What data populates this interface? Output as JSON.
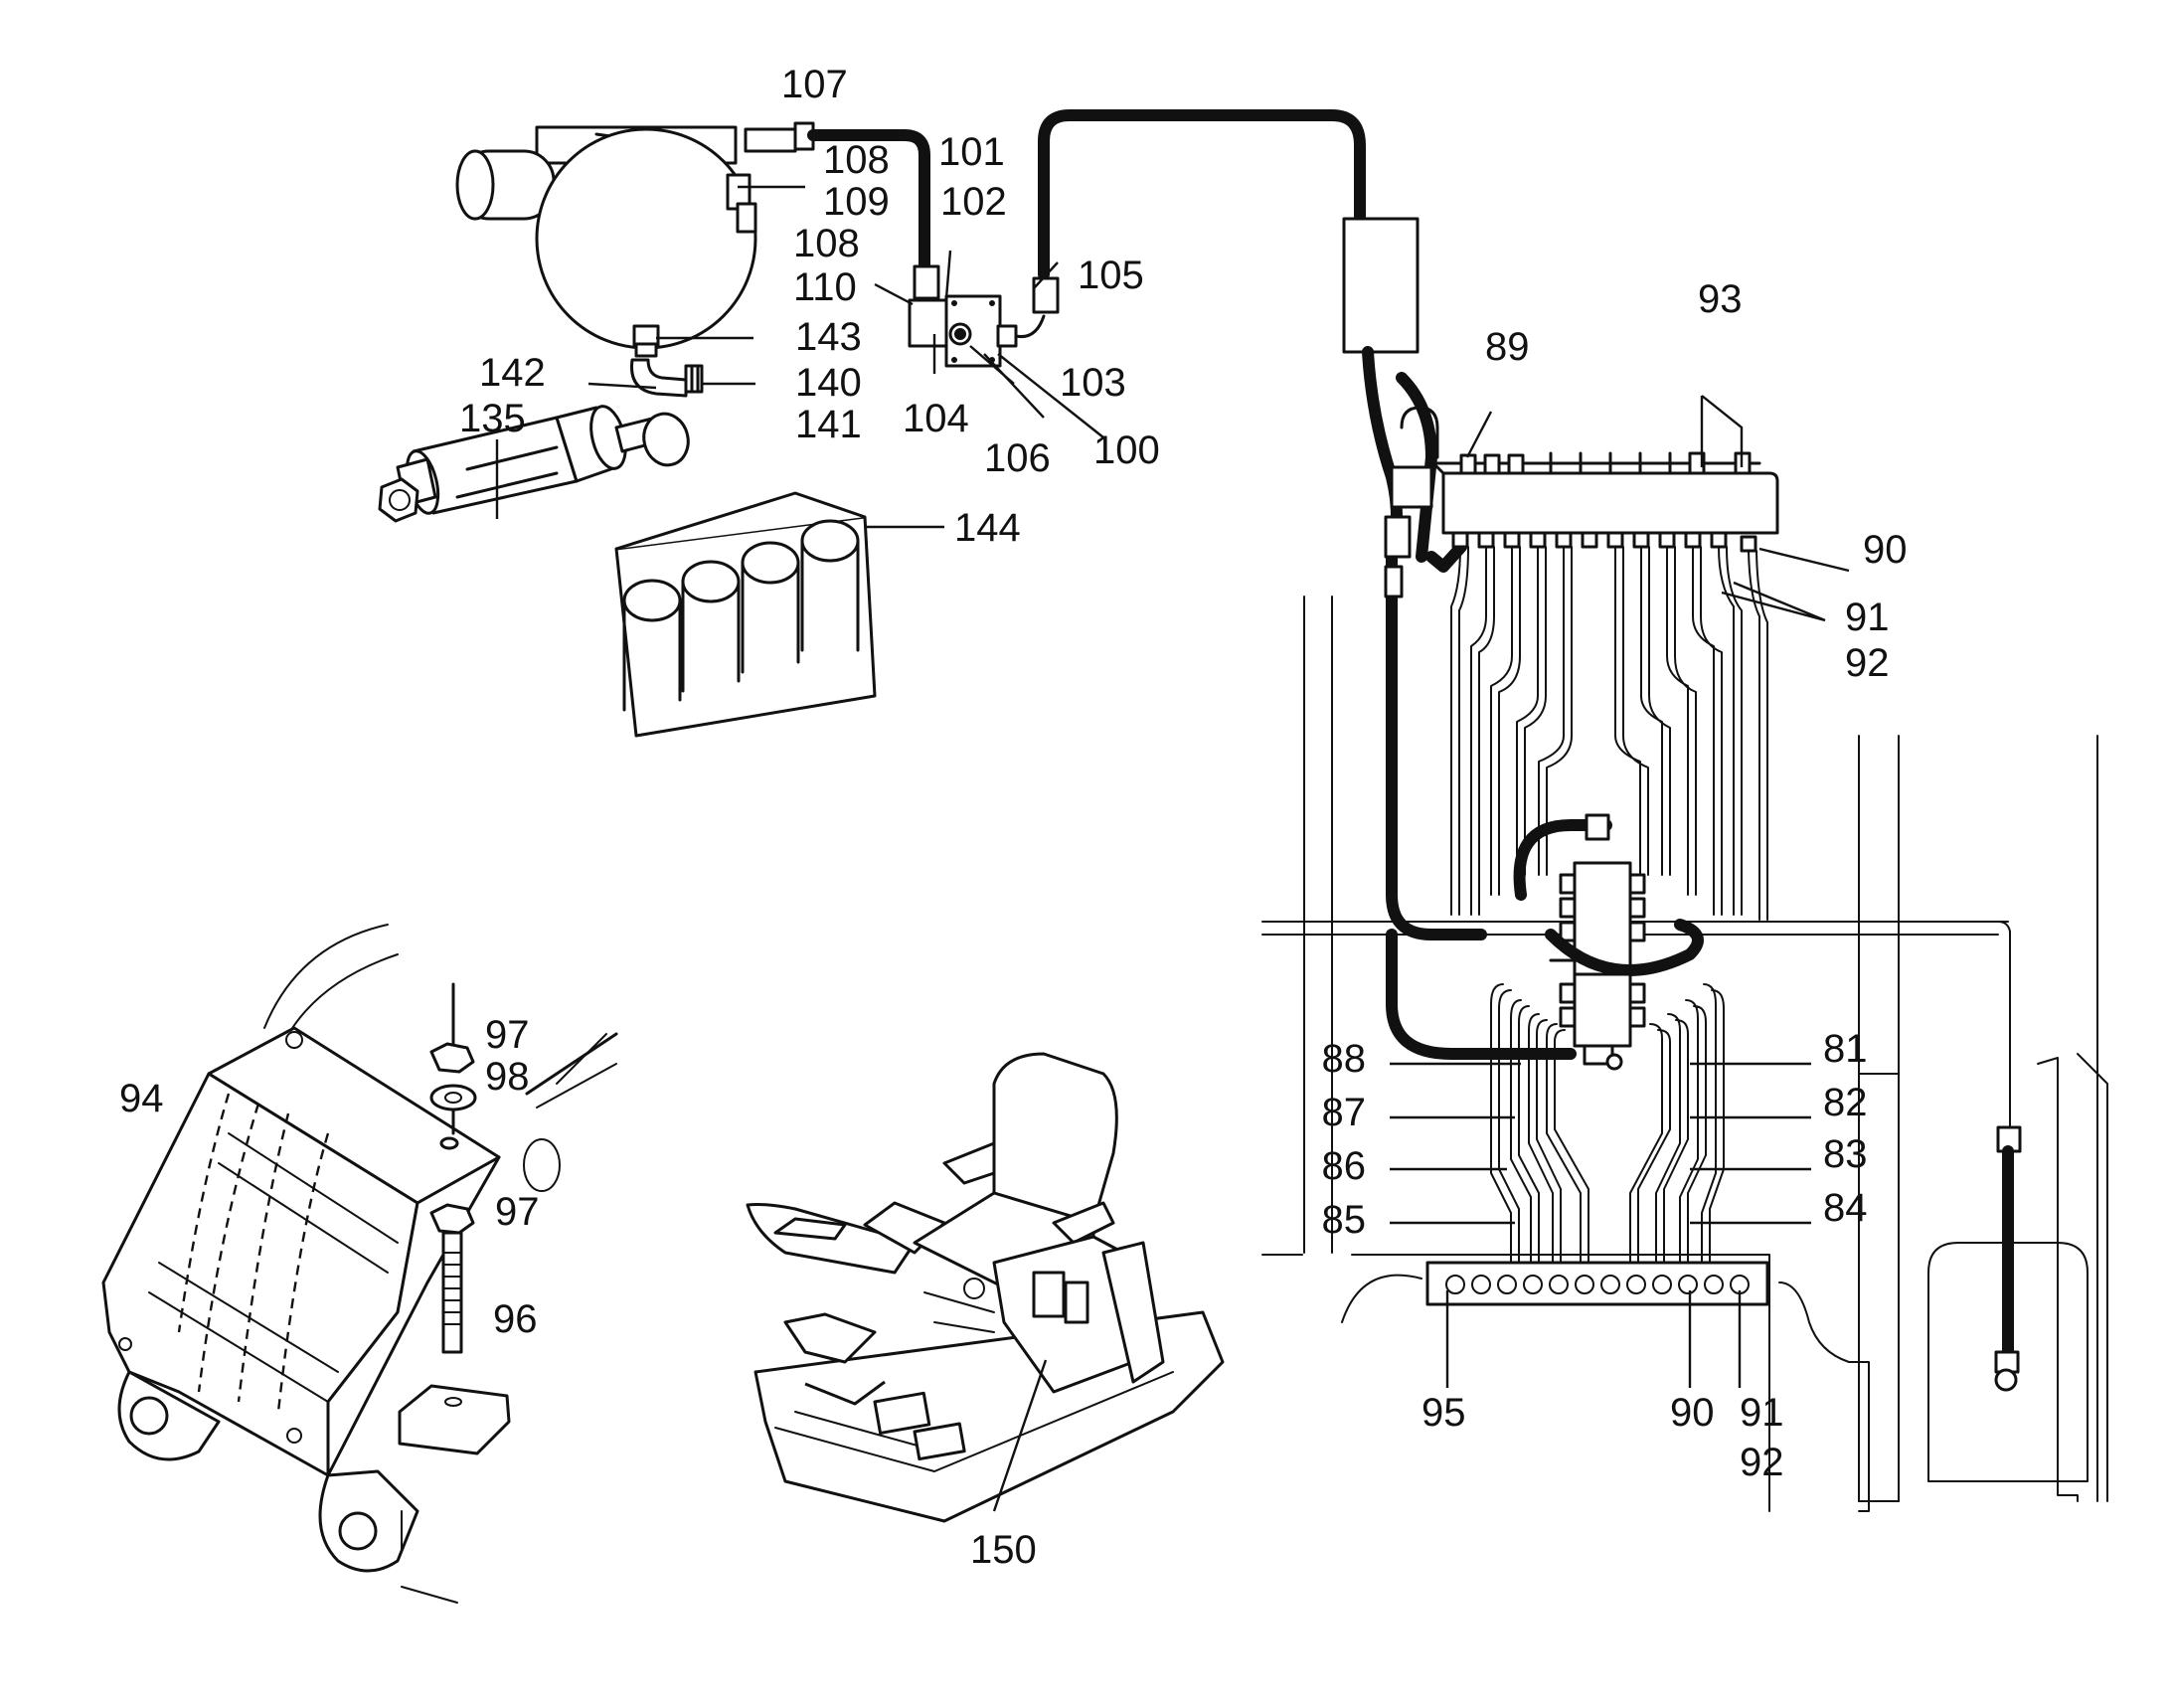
{
  "diagram": {
    "callouts": {
      "c107": "107",
      "c108a": "108",
      "c101": "101",
      "c109": "109",
      "c102": "102",
      "c108b": "108",
      "c110": "110",
      "c105": "105",
      "c143": "143",
      "c142": "142",
      "c140": "140",
      "c141": "141",
      "c104": "104",
      "c103": "103",
      "c106": "106",
      "c100": "100",
      "c135": "135",
      "c144": "144",
      "c93": "93",
      "c89": "89",
      "c90a": "90",
      "c91a": "91",
      "c92a": "92",
      "c88": "88",
      "c87": "87",
      "c86": "86",
      "c85": "85",
      "c81": "81",
      "c82": "82",
      "c83": "83",
      "c84": "84",
      "c95": "95",
      "c90b": "90",
      "c91b": "91",
      "c92b": "92",
      "c97a": "97",
      "c98": "98",
      "c97b": "97",
      "c94": "94",
      "c96": "96",
      "c150": "150"
    }
  }
}
